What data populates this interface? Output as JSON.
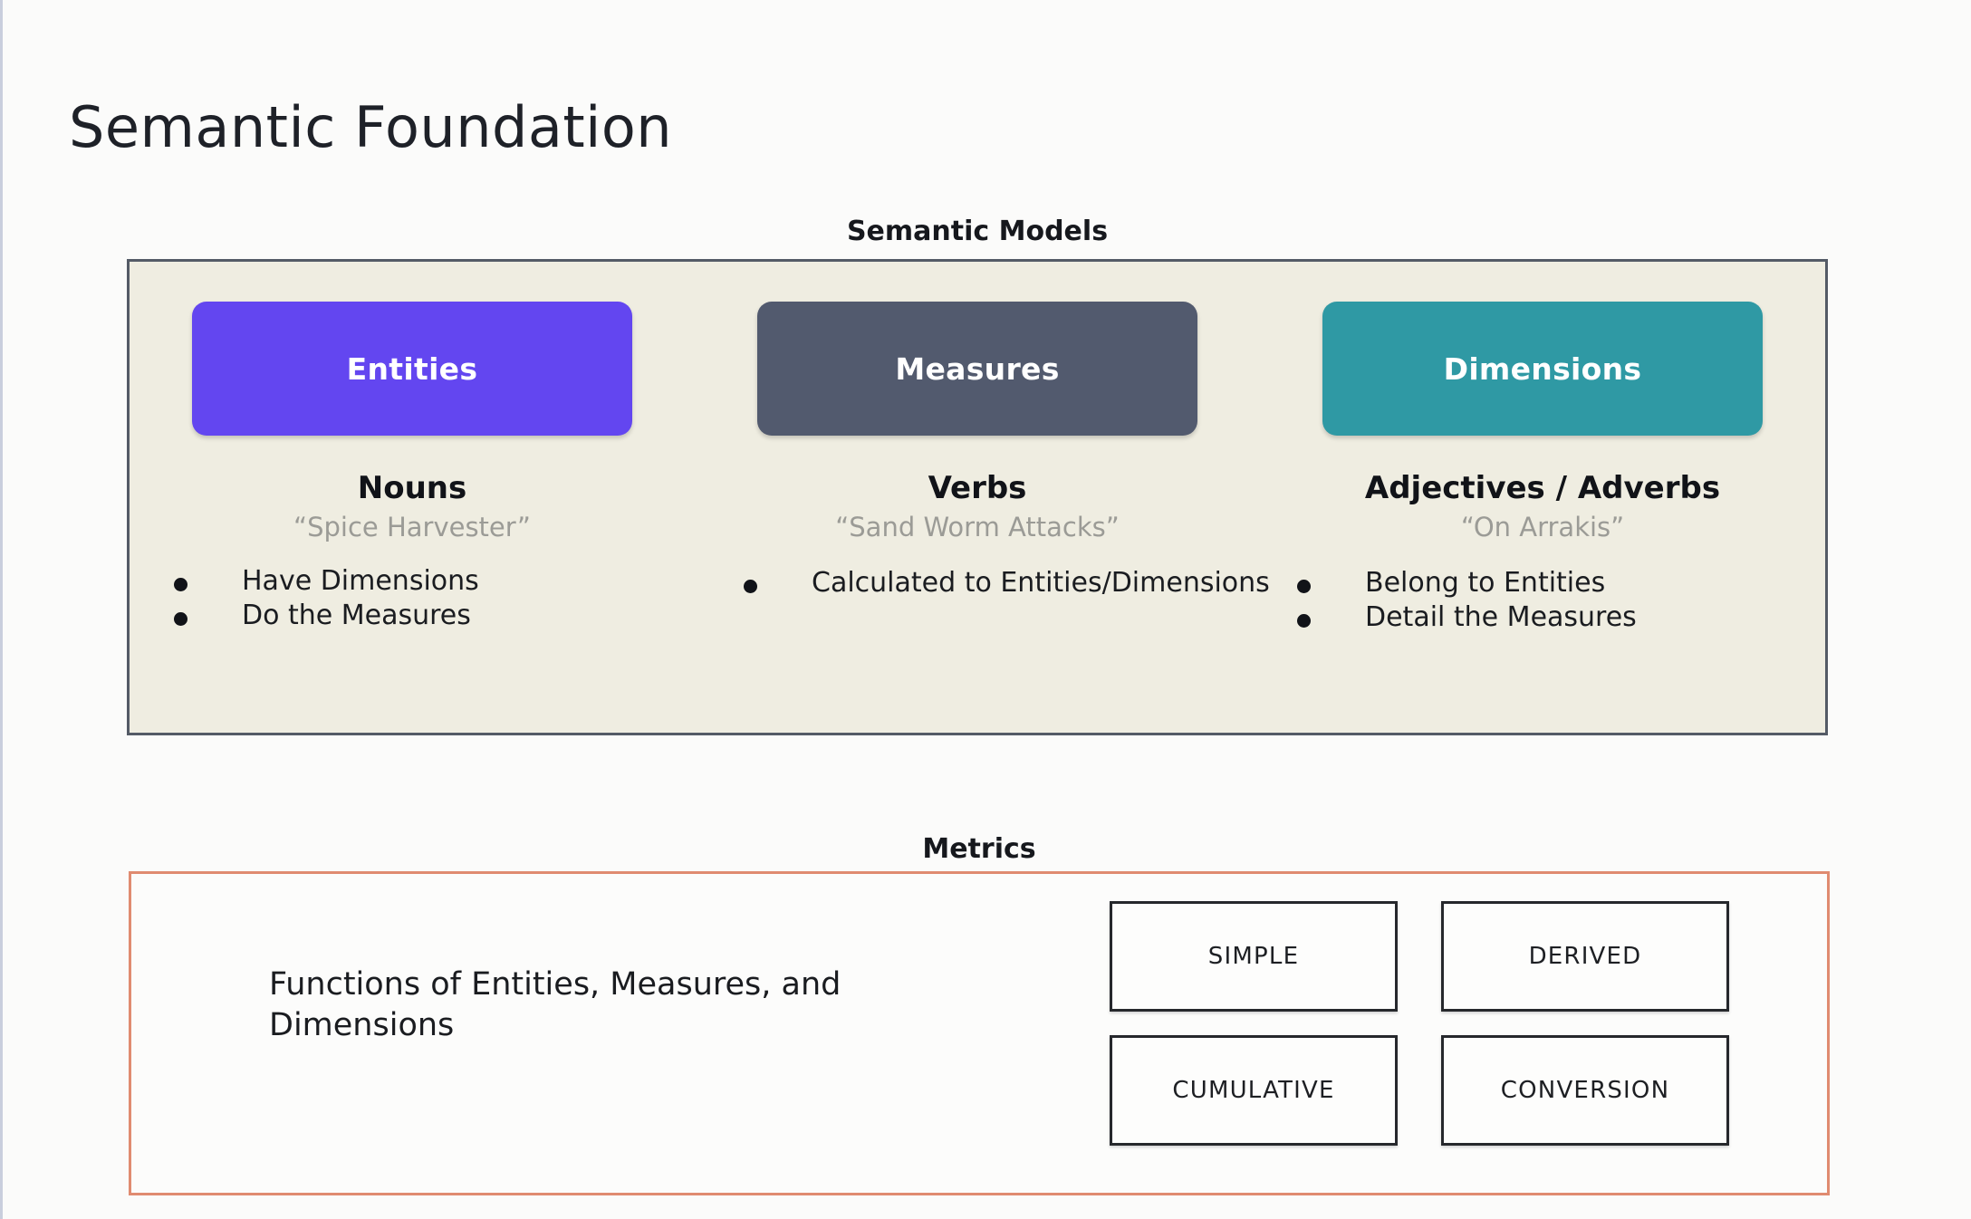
{
  "page": {
    "title": "Semantic Foundation",
    "background_color": "#fbfbfa"
  },
  "semantic_models": {
    "heading": "Semantic Models",
    "panel_background": "#efede1",
    "panel_border_color": "#545b66",
    "columns": [
      {
        "pill_label": "Entities",
        "pill_color": "#6346f0",
        "part_of_speech": "Nouns",
        "example": "“Spice Harvester”",
        "bullets": [
          "Have Dimensions",
          "Do the Measures"
        ]
      },
      {
        "pill_label": "Measures",
        "pill_color": "#525a6e",
        "part_of_speech": "Verbs",
        "example": "“Sand Worm Attacks”",
        "bullets": [
          "Calculated to Entities/Dimensions"
        ]
      },
      {
        "pill_label": "Dimensions",
        "pill_color": "#2f99a4",
        "part_of_speech": "Adjectives / Adverbs",
        "example": "“On Arrakis”",
        "bullets": [
          "Belong to Entities",
          "Detail the Measures"
        ]
      }
    ]
  },
  "metrics": {
    "heading": "Metrics",
    "panel_border_color": "#e08b70",
    "description": "Functions of Entities, Measures, and Dimensions",
    "types": [
      "SIMPLE",
      "DERIVED",
      "CUMULATIVE",
      "CONVERSION"
    ]
  }
}
